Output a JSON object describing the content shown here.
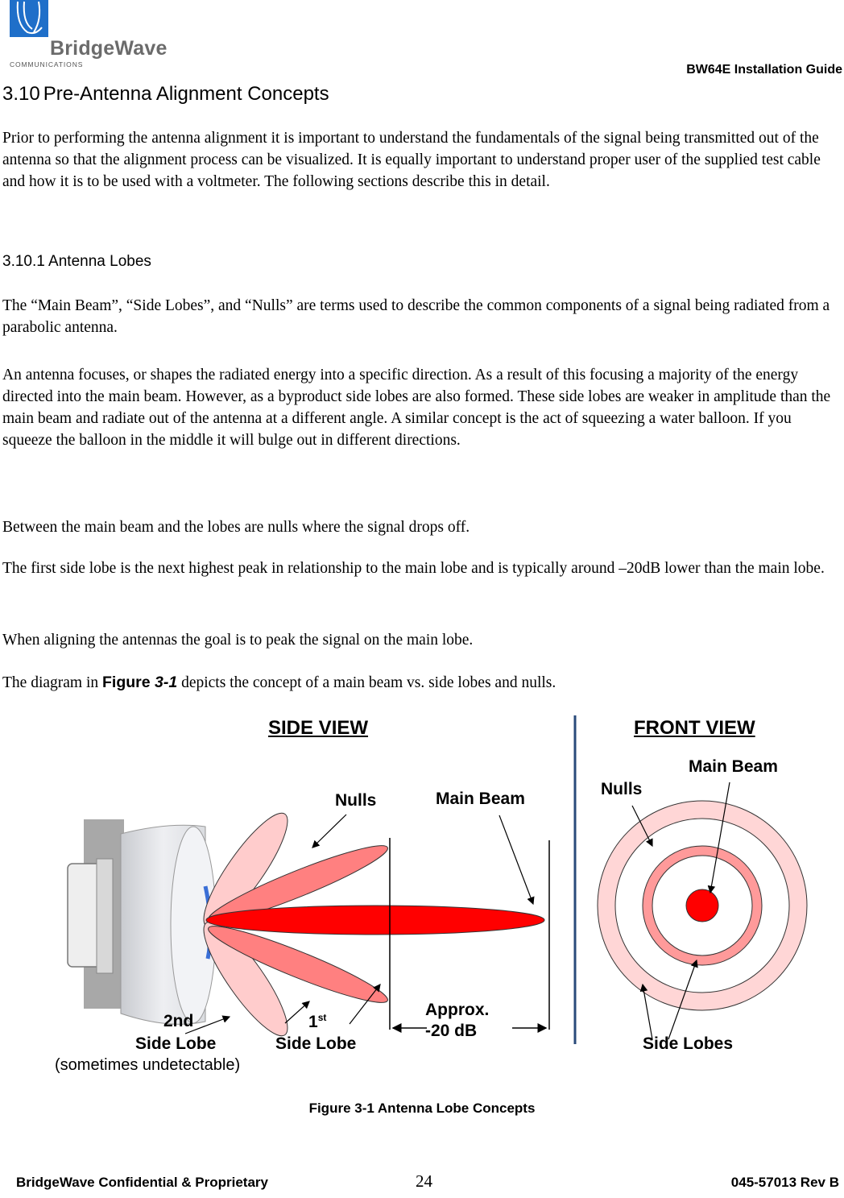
{
  "header": {
    "logo": {
      "name": "BridgeWave",
      "subtitle": "COMMUNICATIONS",
      "color": "#1f6fc9"
    },
    "doc_title": "BW64E Installation Guide"
  },
  "section": {
    "number": "3.10",
    "title": "Pre-Antenna Alignment Concepts",
    "intro": "Prior to performing the antenna alignment it is important to understand the fundamentals of the signal being transmitted out of the antenna so that the alignment process can be visualized. It is equally important to understand proper user of the supplied test cable and how it is to be used with a voltmeter. The following sections describe this in detail."
  },
  "subsection": {
    "title": "3.10.1 Antenna Lobes",
    "paragraphs": [
      "The “Main Beam”, “Side Lobes”, and “Nulls” are terms used to describe the common components of a signal being radiated from a parabolic antenna.",
      "An antenna focuses, or shapes the radiated energy into a specific direction. As a result of this focusing a majority of the energy directed into the main beam. However, as a byproduct side lobes are also formed. These side lobes are weaker in amplitude than the main beam and radiate out of the antenna at a different angle. A similar concept is the act of squeezing a water balloon. If you squeeze the balloon in the middle it will bulge out in different directions.",
      "Between the main beam and the lobes are nulls where the signal drops off.",
      "The first side lobe is the next highest peak in relationship to the main lobe and is typically around –20dB lower than the main lobe.",
      "When aligning the antennas the goal is to peak the signal on the main lobe."
    ],
    "figure_ref": {
      "before": "The diagram in ",
      "bold": "Figure ",
      "bold_italic": "3-1",
      "after": " depicts the concept of a main beam vs. side lobes and nulls."
    }
  },
  "figure": {
    "side_view": {
      "title": "SIDE VIEW",
      "nulls": "Nulls",
      "main_beam": "Main Beam",
      "second_lobe_1": "2nd",
      "second_lobe_2": "Side Lobe",
      "second_lobe_note": "(sometimes undetectable)",
      "first_lobe_num": "1",
      "first_lobe_sup": "st",
      "first_lobe_2": "Side Lobe",
      "approx_1": "Approx.",
      "approx_2": "-20 dB"
    },
    "front_view": {
      "title": "FRONT VIEW",
      "main_beam": "Main Beam",
      "nulls": "Nulls",
      "side_lobes": "Side Lobes"
    },
    "colors": {
      "main_beam": "#ff0000",
      "first_lobe": "#ff8080",
      "second_lobe": "#ffcccc",
      "divider": "#2a4a7a"
    },
    "caption": "Figure 3-1 Antenna Lobe Concepts"
  },
  "footer": {
    "left": "BridgeWave Confidential & Proprietary",
    "page": "24",
    "right": "045-57013 Rev B"
  }
}
